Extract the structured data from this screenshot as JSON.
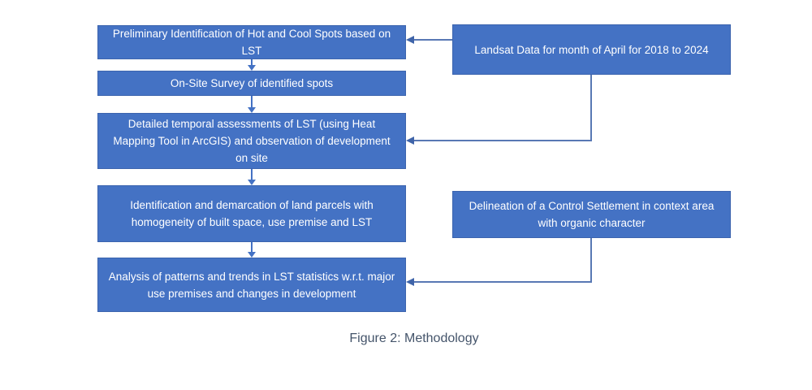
{
  "diagram": {
    "caption": "Figure 2: Methodology",
    "colors": {
      "box_fill": "#4472C4",
      "box_border": "#3C64AE",
      "box_text": "#FFFFFF",
      "connector_line": "#5878B4",
      "arrowhead": "#3F64A9",
      "caption_text": "#44546A",
      "background": "#FFFFFF"
    },
    "process_steps": [
      {
        "label": "Preliminary Identification of Hot and Cool Spots based on LST"
      },
      {
        "label": "On-Site Survey of identified spots"
      },
      {
        "label": "Detailed temporal assessments of LST (using Heat Mapping Tool in ArcGIS) and observation of development on site"
      },
      {
        "label": "Identification and demarcation of land parcels with homogeneity of built space, use premise and LST"
      },
      {
        "label": "Analysis of patterns and trends in LST statistics w.r.t. major use premises and changes in development"
      }
    ],
    "input_boxes": [
      {
        "label": "Landsat Data for month of April for 2018 to 2024"
      },
      {
        "label": "Delineation of a Control Settlement in context area with organic character"
      }
    ],
    "connections": [
      {
        "from": "landsat-data",
        "to": "preliminary-identification"
      },
      {
        "from": "landsat-data",
        "to": "detailed-temporal-assessments"
      },
      {
        "from": "control-settlement",
        "to": "analysis-of-patterns"
      },
      {
        "from": "preliminary-identification",
        "to": "on-site-survey"
      },
      {
        "from": "on-site-survey",
        "to": "detailed-temporal-assessments"
      },
      {
        "from": "detailed-temporal-assessments",
        "to": "identification-demarcation"
      },
      {
        "from": "identification-demarcation",
        "to": "analysis-of-patterns"
      }
    ]
  }
}
